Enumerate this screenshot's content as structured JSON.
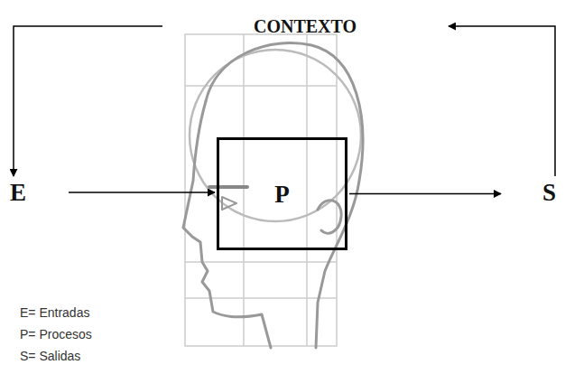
{
  "diagram": {
    "nodes": [
      {
        "text": [
          "CONTEXTO"
        ]
      },
      {
        "text": [
          "E"
        ]
      },
      {
        "text": [
          "P"
        ]
      },
      {
        "text": [
          "S"
        ]
      }
    ],
    "edges": [
      {
        "from": 0,
        "to": 1,
        "arrow": "to"
      },
      {
        "from": 1,
        "to": 2,
        "arrow": "to"
      },
      {
        "from": 2,
        "to": 3,
        "arrow": "to"
      },
      {
        "from": 3,
        "to": 0,
        "arrow": "to"
      }
    ],
    "labels": [
      "E= Entradas",
      "P= Procesos",
      "S= Salidas"
    ]
  }
}
